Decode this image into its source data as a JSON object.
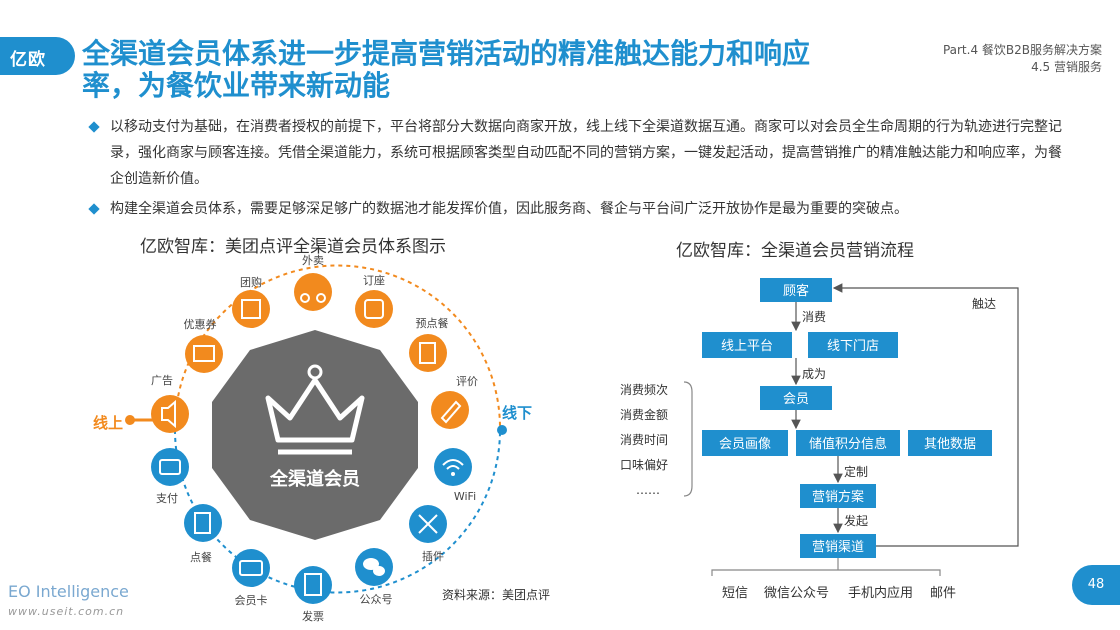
{
  "header": {
    "logo": "亿欧",
    "title": "全渠道会员体系进一步提高营销活动的精准触达能力和响应率，为餐饮业带来新动能",
    "part": "Part.4 餐饮B2B服务解决方案",
    "section": "4.5 营销服务"
  },
  "bullets": [
    "以移动支付为基础，在消费者授权的前提下，平台将部分大数据向商家开放，线上线下全渠道数据互通。商家可以对会员全生命周期的行为轨迹进行完整记录，强化商家与顾客连接。凭借全渠道能力，系统可根据顾客类型自动匹配不同的营销方案，一键发起活动，提高营销推广的精准触达能力和响应率，为餐企创造新价值。",
    "构建全渠道会员体系，需要足够深足够广的数据池才能发挥价值，因此服务商、餐企与平台间广泛开放协作是最为重要的突破点。"
  ],
  "left_diagram": {
    "subtitle": "亿欧智库：美团点评全渠道会员体系图示",
    "center": "全渠道会员",
    "online": "线上",
    "offline": "线下",
    "orange_items": [
      "广告",
      "优惠券",
      "团购",
      "外卖",
      "订座",
      "预点餐",
      "评价"
    ],
    "blue_items": [
      "WiFi",
      "插件",
      "公众号",
      "发票",
      "会员卡",
      "点餐",
      "支付"
    ],
    "colors": {
      "orange": "#f28a1e",
      "blue": "#1f8fce",
      "center": "#6b6b6b"
    }
  },
  "right_diagram": {
    "subtitle": "亿欧智库：全渠道会员营销流程",
    "customer": "顾客",
    "consume": "消费",
    "online_platform": "线上平台",
    "offline_store": "线下门店",
    "become": "成为",
    "member": "会员",
    "attributes": [
      "消费频次",
      "消费金额",
      "消费时间",
      "口味偏好",
      "……"
    ],
    "profile": "会员画像",
    "points": "储值积分信息",
    "other": "其他数据",
    "define": "定制",
    "plan": "营销方案",
    "launch": "发起",
    "channel": "营销渠道",
    "reach": "触达",
    "channels": [
      "短信",
      "微信公众号",
      "手机内应用",
      "邮件"
    ]
  },
  "footer": {
    "source": "资料来源：美团点评",
    "brand": "EO Intelligence",
    "url": "www.useit.com.cn",
    "page": "48"
  }
}
